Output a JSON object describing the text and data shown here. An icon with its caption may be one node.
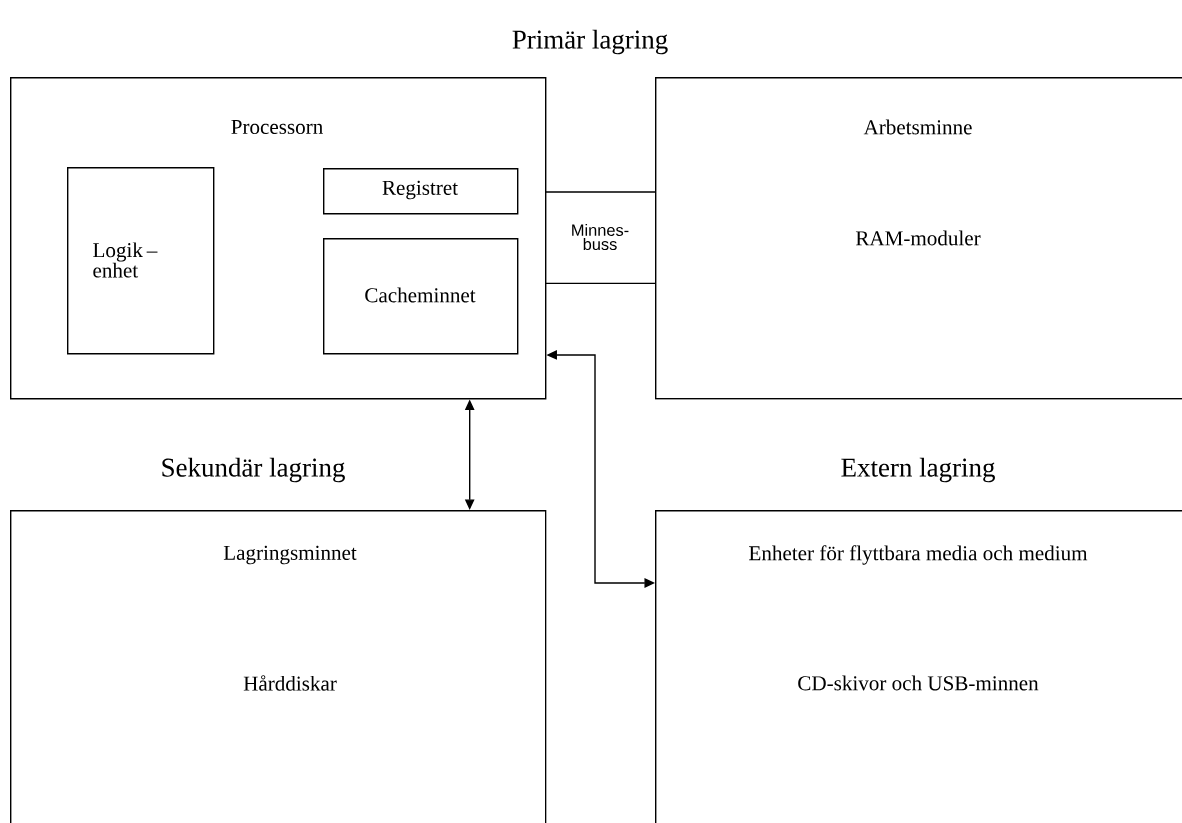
{
  "diagram": {
    "nodes": [
      {
        "text": [
          "Processorn"
        ]
      },
      {
        "text": [
          "Logik – enhet"
        ],
        "in": 0
      },
      {
        "text": [
          "Registret"
        ],
        "in": 0
      },
      {
        "text": [
          "Cacheminnet"
        ],
        "in": 0
      },
      {
        "text": [
          "Minnes- buss"
        ]
      },
      {
        "text": [
          "Arbetsminne",
          "RAM-moduler"
        ]
      },
      {
        "text": [
          "Sekundär lagring",
          "Lagringsminnet",
          "Hårddiskar"
        ]
      },
      {
        "text": [
          "Extern lagring",
          "Enheter för flyttbara media och medium",
          "CD-skivor och USB-minnen"
        ]
      }
    ],
    "edges": [
      {
        "from": 6,
        "to": 0,
        "arrow": "both"
      },
      {
        "from": 7,
        "to": 0,
        "arrow": "both"
      }
    ],
    "labels": [
      "Primär lagring"
    ]
  }
}
